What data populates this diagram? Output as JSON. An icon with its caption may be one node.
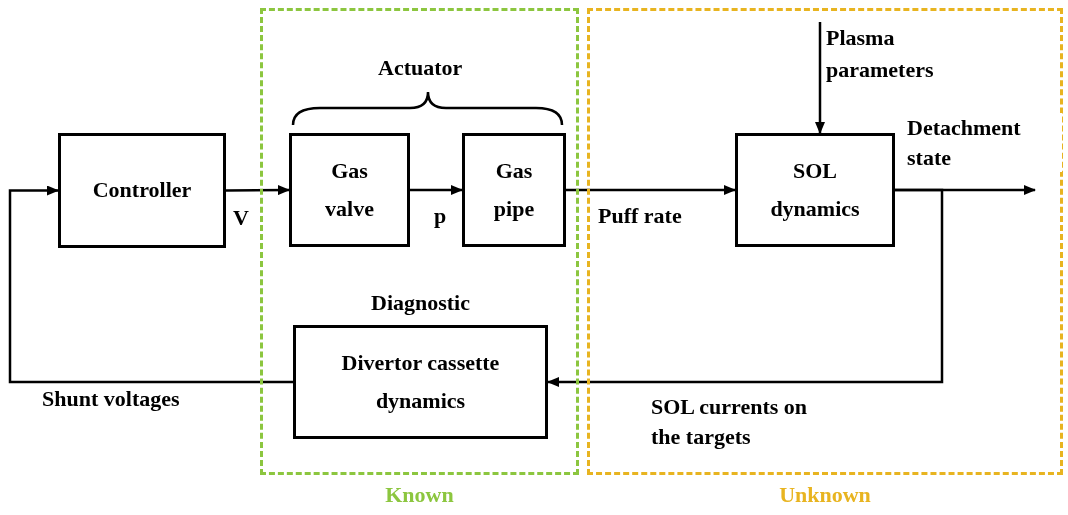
{
  "diagram": {
    "nodes": [
      {
        "text": [
          "Known"
        ]
      },
      {
        "text": [
          "Unknown"
        ]
      },
      {
        "text": [
          "Controller"
        ]
      },
      {
        "text": [
          "Gas valve"
        ],
        "in": 0
      },
      {
        "text": [
          "Gas pipe"
        ],
        "in": 0
      },
      {
        "text": [
          "SOL dynamics"
        ],
        "in": 1
      },
      {
        "text": [
          "Diagnostic",
          "Divertor cassette dynamics"
        ],
        "in": 0
      },
      {
        "text": [
          "Plasma parameters"
        ],
        "in": 1
      }
    ],
    "edges": [
      {
        "from": 2,
        "to": 3,
        "arrow": "to",
        "label": "V"
      },
      {
        "from": 3,
        "to": 4,
        "arrow": "to",
        "label": "p"
      },
      {
        "from": 4,
        "to": 5,
        "arrow": "to",
        "label": "Puff rate"
      },
      {
        "from": 7,
        "to": 5,
        "arrow": "to"
      },
      {
        "from": 5,
        "to": null,
        "arrow": "to",
        "label": "Detachment state"
      },
      {
        "from": 5,
        "to": 6,
        "arrow": "to",
        "label": "SOL currents on the targets"
      },
      {
        "from": 6,
        "to": 2,
        "arrow": "to",
        "label": "Shunt voltages"
      }
    ],
    "labels": [
      "Actuator"
    ]
  }
}
